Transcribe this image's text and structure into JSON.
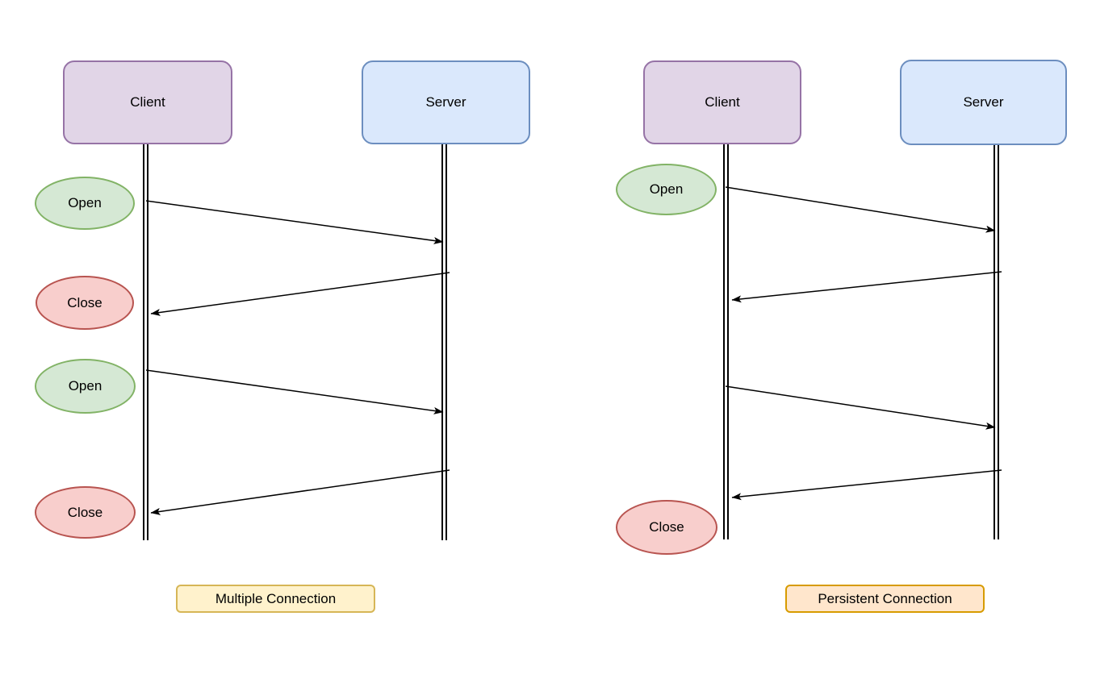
{
  "left_diagram": {
    "client_label": "Client",
    "server_label": "Server",
    "events": [
      "Open",
      "Close",
      "Open",
      "Close"
    ],
    "caption": "Multiple Connection"
  },
  "right_diagram": {
    "client_label": "Client",
    "server_label": "Server",
    "events": [
      "Open",
      "Close"
    ],
    "caption": "Persistent Connection"
  },
  "colors": {
    "client_fill": "#e1d5e7",
    "client_border": "#9673a6",
    "server_fill": "#dae8fc",
    "server_border": "#6c8ebf",
    "open_fill": "#d5e8d4",
    "open_border": "#82b366",
    "close_fill": "#f8cecc",
    "close_border": "#b85450",
    "caption_multiple_fill": "#fff2cc",
    "caption_multiple_border": "#d6b656",
    "caption_persistent_fill": "#ffe6cc",
    "caption_persistent_border": "#d79b00",
    "line": "#000000"
  }
}
